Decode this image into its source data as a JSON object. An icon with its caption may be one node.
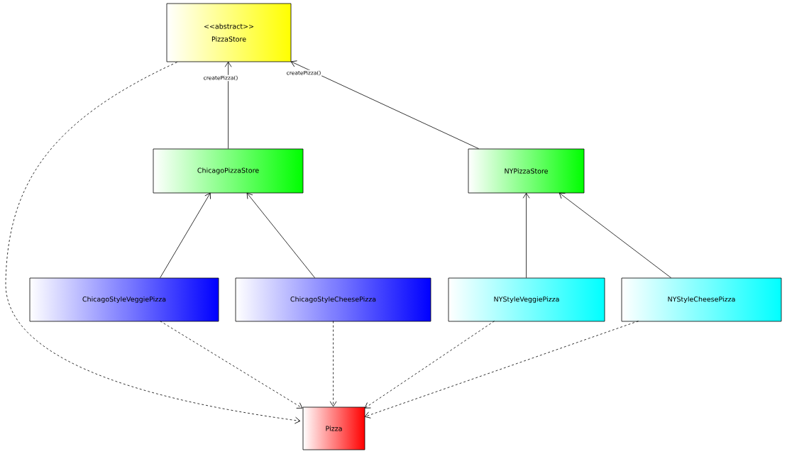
{
  "diagram": {
    "nodes": [
      {
        "text": [
          "<<abstract>>",
          "PizzaStore"
        ]
      },
      {
        "text": [
          "ChicagoPizzaStore"
        ]
      },
      {
        "text": [
          "NYPizzaStore"
        ]
      },
      {
        "text": [
          "ChicagoStyleVeggiePizza"
        ]
      },
      {
        "text": [
          "ChicagoStyleCheesePizza"
        ]
      },
      {
        "text": [
          "NYStyleVeggiePizza"
        ]
      },
      {
        "text": [
          "NYStyleCheesePizza"
        ]
      },
      {
        "text": [
          "Pizza"
        ]
      }
    ],
    "edges": [
      {
        "from": 1,
        "to": 0,
        "arrow": "to",
        "label": "createPizza()"
      },
      {
        "from": 2,
        "to": 0,
        "arrow": "to",
        "label": "createPizza()"
      },
      {
        "from": 3,
        "to": 1,
        "arrow": "to"
      },
      {
        "from": 4,
        "to": 1,
        "arrow": "to"
      },
      {
        "from": 5,
        "to": 2,
        "arrow": "to"
      },
      {
        "from": 6,
        "to": 2,
        "arrow": "to"
      },
      {
        "from": 0,
        "to": 7,
        "arrow": "to",
        "style": "dashed"
      },
      {
        "from": 3,
        "to": 7,
        "arrow": "to",
        "style": "dashed"
      },
      {
        "from": 4,
        "to": 7,
        "arrow": "to",
        "style": "dashed"
      },
      {
        "from": 5,
        "to": 7,
        "arrow": "to",
        "style": "dashed"
      },
      {
        "from": 6,
        "to": 7,
        "arrow": "to",
        "style": "dashed"
      }
    ]
  }
}
